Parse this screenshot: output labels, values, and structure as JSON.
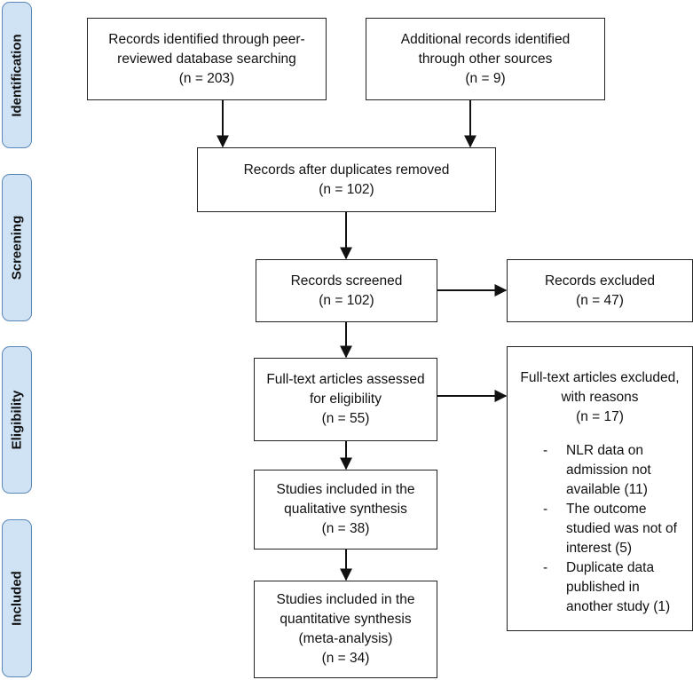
{
  "phases": [
    {
      "label": "Identification"
    },
    {
      "label": "Screening"
    },
    {
      "label": "Eligibility"
    },
    {
      "label": "Included"
    }
  ],
  "boxes": {
    "db_search": {
      "line1": "Records identified through peer-",
      "line2": "reviewed database searching",
      "count": "(n = 203)"
    },
    "other_sources": {
      "line1": "Additional records identified",
      "line2": "through other sources",
      "count": "(n = 9)"
    },
    "dedup": {
      "line1": "Records after duplicates removed",
      "count": "(n = 102)"
    },
    "screened": {
      "line1": "Records screened",
      "count": "(n = 102)"
    },
    "excluded": {
      "line1": "Records excluded",
      "count": "(n = 47)"
    },
    "fulltext": {
      "line1": "Full-text articles assessed",
      "line2": "for eligibility",
      "count": "(n = 55)"
    },
    "qualitative": {
      "line1": "Studies included in the",
      "line2": "qualitative synthesis",
      "count": "(n = 38)"
    },
    "quantitative": {
      "line1": "Studies included in the",
      "line2": "quantitative synthesis",
      "line3": "(meta-analysis)",
      "count": "(n = 34)"
    }
  },
  "fulltext_excluded": {
    "line1": "Full-text articles excluded,",
    "line2": "with reasons",
    "count": "(n = 17)",
    "reasons": [
      {
        "dash": "-",
        "lines": [
          "NLR data on",
          "admission not",
          "available (11)"
        ]
      },
      {
        "dash": "-",
        "lines": [
          "The outcome",
          "studied was not of",
          "interest (5)"
        ]
      },
      {
        "dash": "-",
        "lines": [
          "Duplicate data",
          "published in",
          "another study (1)"
        ]
      }
    ]
  }
}
